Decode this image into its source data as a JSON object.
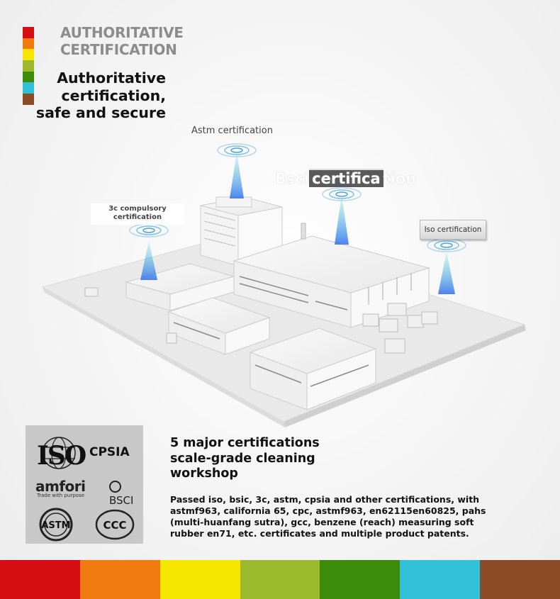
{
  "header": {
    "title_line1": "AUTHORITATIVE",
    "title_line2": "CERTIFICATION",
    "subtitle_line1": "Authoritative",
    "subtitle_line2": "certification,",
    "subtitle_line3": "safe and secure"
  },
  "palette": [
    "#d40d12",
    "#f07a0e",
    "#f6e600",
    "#9cba2e",
    "#3a8c0a",
    "#33c1da",
    "#8b4b25"
  ],
  "scene": {
    "tag_astm": "Astm certification",
    "tag_3c_line1": "3c compulsory",
    "tag_3c_line2": "certification",
    "tag_bsci_a": "Bsci",
    "tag_bsci_b": "certifica",
    "tag_bsci_c": "tion",
    "tag_iso": "Iso certification"
  },
  "logos": {
    "iso": "ISO",
    "cpsia": "CPSIA",
    "amfori": "amfori",
    "amfori_tagline": "Trade with purpose",
    "bsci": "BSCI",
    "astm": "ASTM",
    "ccc": "CCC"
  },
  "info": {
    "title_line1": "5 major certifications",
    "title_line2": "scale-grade cleaning",
    "title_line3": "workshop",
    "description": "Passed iso, bsic, 3c, astm, cpsia and other certifications, with astmf963, california 65, cpc, astmf963, en62115en60825, pahs (multi-huanfang sutra), gcc, benzene (reach) measuring soft rubber en71, etc. certificates and multiple product patents."
  }
}
